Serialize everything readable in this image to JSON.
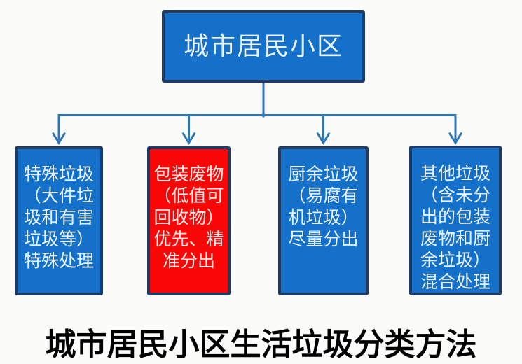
{
  "diagram": {
    "root": {
      "label": "城市居民小区"
    },
    "children": [
      {
        "id": "special-waste",
        "label": "特殊垃圾\n（大件垃\n圾和有害\n垃圾等）\n特殊处理",
        "variant": "blue"
      },
      {
        "id": "packaging-waste",
        "label": "包装废物\n（低值可\n回收物）\n优先、精\n准分出",
        "variant": "red"
      },
      {
        "id": "kitchen-waste",
        "label": "厨余垃圾\n（易腐有\n机垃圾）\n尽量分出",
        "variant": "blue"
      },
      {
        "id": "other-waste",
        "label": "其他垃圾\n（含未分\n出的包装\n废物和厨\n余垃圾）\n混合处理",
        "variant": "blue"
      }
    ],
    "caption": "城市居民小区生活垃圾分类方法"
  },
  "colors": {
    "background": "#fbfbf9",
    "node_fill_blue": "#1470c8",
    "node_fill_red": "#f90606",
    "node_border": "#1e3a66",
    "node_text_blue_box": "#eaf3fc",
    "node_text_red_box": "#ffecec",
    "connector": "#2e75b6",
    "caption_text": "#000000"
  }
}
